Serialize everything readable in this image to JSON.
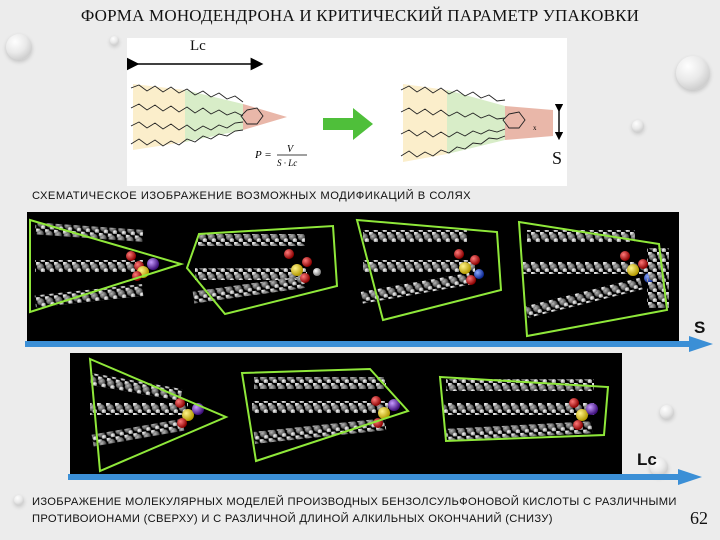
{
  "title": "ФОРМА МОНОДЕНДРОНА И КРИТИЧЕСКИЙ ПАРАМЕТР УПАКОВКИ",
  "schematic": {
    "lc_label": "Lc",
    "s_label": "S",
    "formula_p": "P =",
    "formula_num": "V",
    "formula_den": "S · Lc"
  },
  "caption_mid": "СХЕМАТИЧЕСКОЕ ИЗОБРАЖЕНИЕ ВОЗМОЖНЫХ МОДИФИКАЦИЙ В СОЛЯХ",
  "axis_labels": {
    "s": "S",
    "lc": "Lc"
  },
  "caption_bottom": "ИЗОБРАЖЕНИЕ МОЛЕКУЛЯРНЫХ МОДЕЛЕЙ ПРОИЗВОДНЫХ БЕНЗОЛСУЛЬФОНОВОЙ КИСЛОТЫ С РАЗЛИЧНЫМИ ПРОТИВОИОНАМИ (СВЕРХУ) И С РАЗЛИЧНОЙ ДЛИНОЙ АЛКИЛЬНЫХ ОКОНЧАНИЙ (СНИЗУ)",
  "page_number": "62",
  "colors": {
    "accent_arrow": "#3b8fd6",
    "green_arrow": "#4fbf3a",
    "frame_green": "#8fe83a",
    "zone_yellow": "#fbeecb",
    "zone_green": "#d8edc8",
    "zone_pink": "#e9b7a9"
  }
}
